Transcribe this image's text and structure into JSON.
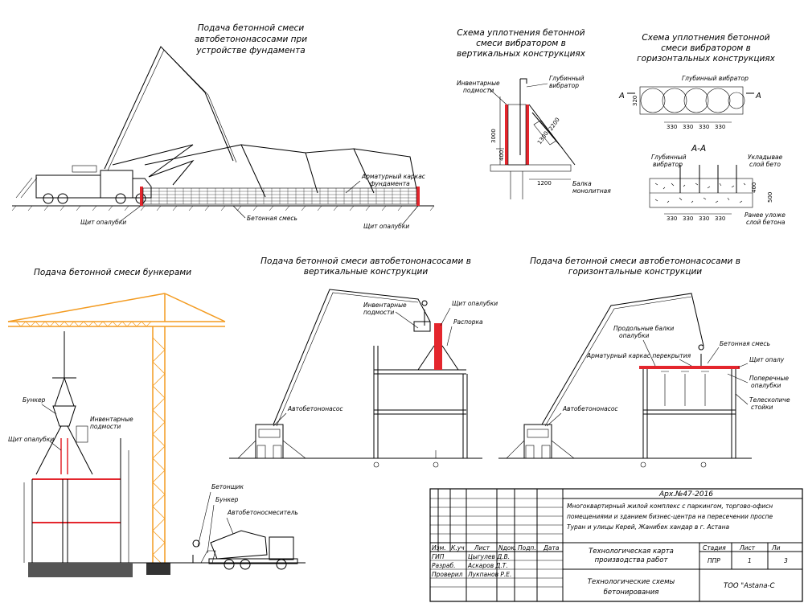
{
  "colors": {
    "crane": "#f39b21",
    "formwork": "#e4262d",
    "lines": "#000000"
  },
  "sections": {
    "foundation_pump": {
      "title": [
        "Подача бетонной смеси",
        "автобетононасосами при",
        "устройстве фундамента"
      ],
      "labels": {
        "rebar_cage": "Арматурный каркас",
        "rebar_cage_2": "фундамента",
        "concrete_mix": "Бетонная смесь",
        "formwork_left": "Щит опалубки",
        "formwork_right": "Щит опалубки"
      }
    },
    "vertical_vibration": {
      "title": [
        "Схема уплотнения бетонной",
        "смеси вибратором в",
        "вертикальных конструкциях"
      ],
      "labels": {
        "scaffold": "Инвентарные",
        "scaffold_2": "подмости",
        "deep_vibrator": "Глубинный",
        "deep_vibrator_2": "вибратор",
        "beam": "Балка",
        "beam_2": "монолитная"
      },
      "dims": {
        "height_total": "3000",
        "height_step": "400",
        "diag_1": "1300",
        "diag_2": "2200",
        "base": "1200"
      }
    },
    "horizontal_vibration": {
      "title": [
        "Схема уплотнения бетонной",
        "смеси вибратором в",
        "горизонтальных конструкциях"
      ],
      "labels": {
        "deep_vibrator": "Глубинный вибратор",
        "section_mark": "А",
        "section_title": "А-А",
        "deep_vibrator_b": "Глубинный",
        "deep_vibrator_b2": "вибратор",
        "laid_layer": "Укладывае",
        "laid_layer_2": "слой бето",
        "prev_layer": "Ранее уложе",
        "prev_layer_2": "слой бетона"
      },
      "dims": {
        "spacing": [
          "330",
          "330",
          "330",
          "330"
        ],
        "height": "320",
        "layer": "400",
        "total": "500"
      }
    },
    "bucket_supply": {
      "title": [
        "Подача бетонной смеси бункерами"
      ],
      "labels": {
        "bucket": "Бункер",
        "scaffold": "Инвентарные",
        "scaffold_2": "подмости",
        "formwork": "Щит опалубки",
        "concrete_worker": "Бетонщик",
        "bucket_2": "Бункер",
        "mixer": "Автобетоносмеситель"
      }
    },
    "vertical_pump": {
      "title": [
        "Подача бетонной смеси автобетононасосами в",
        "вертикальные конструкции"
      ],
      "labels": {
        "scaffold": "Инвентарные",
        "scaffold_2": "подмости",
        "formwork": "Щит опалубки",
        "brace": "Распорка",
        "pump": "Автобетононасос"
      }
    },
    "horizontal_pump": {
      "title": [
        "Подача бетонной смеси автобетононасосами в",
        "горизонтальные конструкции"
      ],
      "labels": {
        "long_beams": "Продольные балки",
        "long_beams_2": "опалубки",
        "concrete_mix": "Бетонная смесь",
        "rebar_slab": "Арматурный каркас перекрытия",
        "formwork": "Щит опалу",
        "cross_beams": "Поперечные",
        "cross_beams_2": "опалубки",
        "telescopic": "Телескопиче",
        "telescopic_2": "стойки",
        "pump": "Автобетононасос"
      }
    }
  },
  "title_block": {
    "doc_code": "Арх.№47-2016",
    "project": [
      "Многоквартирный жилой комплекс с паркингом, торгово-офисн",
      "помещениями и зданием бизнес-центра на пересечении проспе",
      "Туран и улицы Керей, Жанибек хандар в г. Астана"
    ],
    "columns": [
      "Изм.",
      "К.уч",
      "Лист",
      "Nдок.",
      "Подп.",
      "Дата"
    ],
    "roles": [
      {
        "role": "ГИП",
        "name": "Цыгулев Д.В."
      },
      {
        "role": "Разраб.",
        "name": "Аскаров Д.Т."
      },
      {
        "role": "Проверил",
        "name": "Лукпанов Р.Е."
      }
    ],
    "document_title": [
      "Технологическая карта",
      "производства работ"
    ],
    "sheet_title": [
      "Технологические схемы",
      "бетонирования"
    ],
    "stage_header": "Стадия",
    "sheet_header": "Лист",
    "sheets_header": "Ли",
    "stage": "ППР",
    "sheet": "1",
    "sheets": "3",
    "company": "ТОО \"Astana-С"
  }
}
